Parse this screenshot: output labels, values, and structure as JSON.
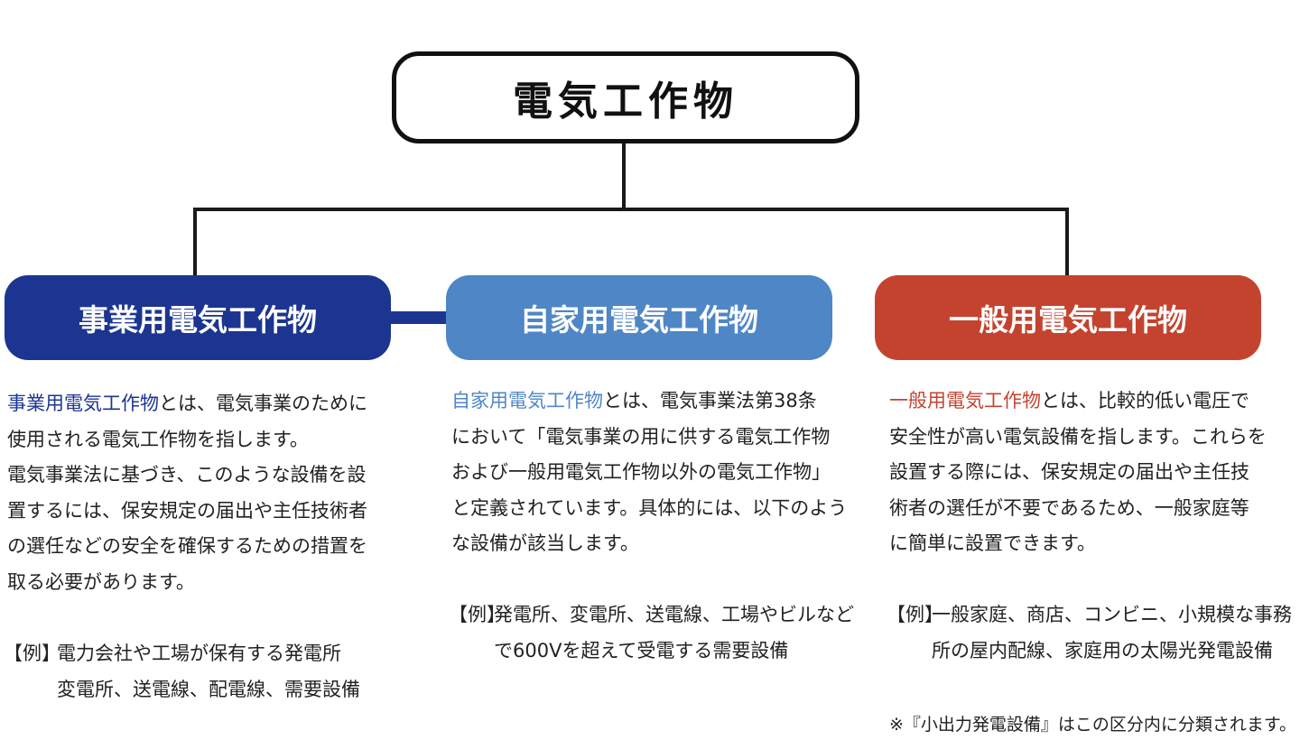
{
  "root": {
    "title": "電気工作物"
  },
  "colors": {
    "business": "#1c3591",
    "private": "#4f86c6",
    "general": "#c4432f"
  },
  "categories": [
    {
      "title": "事業用電気工作物",
      "desc_term": "事業用電気工作物",
      "desc_lines": [
        "とは、電気事業のために",
        "使用される電気工作物を指します。",
        "電気事業法に基づき、このような設備を設",
        "置するには、保安規定の届出や主任技術者",
        "の選任などの安全を確保するための措置を",
        "取る必要があります。"
      ],
      "example_label": "【例】",
      "example_lines": [
        "電力会社や工場が保有する発電所",
        "変電所、送電線、配電線、需要設備"
      ]
    },
    {
      "title": "自家用電気工作物",
      "desc_term": "自家用電気工作物",
      "desc_lines": [
        "とは、電気事業法第38条",
        "において「電気事業の用に供する電気工作物",
        "および一般用電気工作物以外の電気工作物」",
        "と定義されています。具体的には、以下のよう",
        "な設備が該当します。"
      ],
      "example_label": "【例】",
      "example_lines": [
        "発電所、変電所、送電線、工場やビルなど",
        "で600Vを超えて受電する需要設備"
      ]
    },
    {
      "title": "一般用電気工作物",
      "desc_term": "一般用電気工作物",
      "desc_lines": [
        "とは、比較的低い電圧で",
        "安全性が高い電気設備を指します。これらを",
        "設置する際には、保安規定の届出や主任技",
        "術者の選任が不要であるため、一般家庭等",
        "に簡単に設置できます。"
      ],
      "example_label": "【例】",
      "example_lines": [
        "一般家庭、商店、コンビニ、小規模な事務",
        "所の屋内配線、家庭用の太陽光発電設備"
      ],
      "note": "※『小出力発電設備』はこの区分内に分類されます。"
    }
  ]
}
